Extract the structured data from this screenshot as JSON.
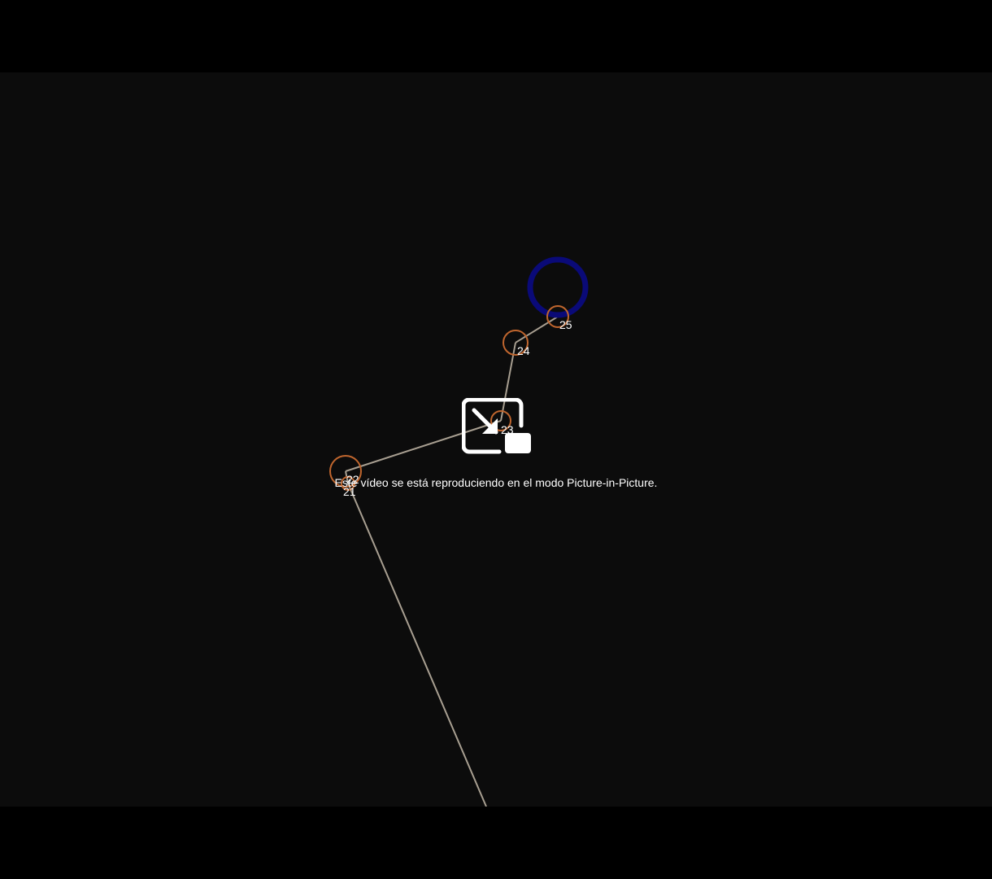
{
  "pip": {
    "icon": "picture-in-picture-icon",
    "message": "Este vídeo se está reproduciendo en el modo Picture-in-Picture."
  },
  "path": {
    "line_color": "#a89f91",
    "point_color": "#c0662e",
    "target_color": "#0a0a78",
    "points": [
      {
        "label": "21"
      },
      {
        "label": "22"
      },
      {
        "label": "23"
      },
      {
        "label": "24"
      },
      {
        "label": "25"
      }
    ]
  },
  "colors": {
    "page_background": "#000000",
    "video_background": "#0c0c0c",
    "text": "#ffffff"
  }
}
